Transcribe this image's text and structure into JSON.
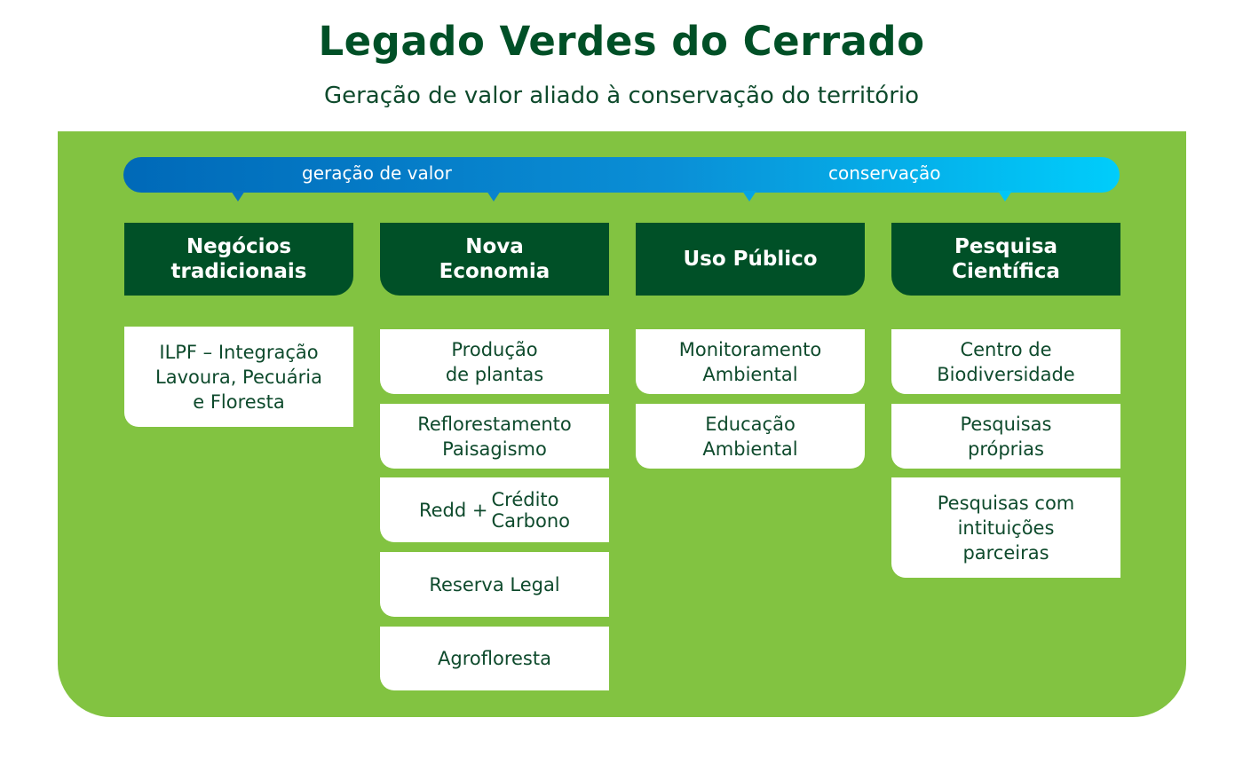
{
  "title": "Legado Verdes do Cerrado",
  "subtitle": "Geração de valor aliado à conservação do território",
  "bar": {
    "left_label": "geração de valor",
    "right_label": "conservação",
    "gradient": [
      "#0069b8",
      "#00cdfb"
    ]
  },
  "colors": {
    "panel": "#82c341",
    "header": "#005027",
    "card_text": "#0e4a2c"
  },
  "columns": [
    {
      "header": "Negócios\ntradicionais",
      "items": [
        "ILPF – Integração\nLavoura, Pecuária\ne Floresta"
      ]
    },
    {
      "header": "Nova\nEconomia",
      "items": [
        "Produção\nde plantas",
        "Reflorestamento\nPaisagismo",
        {
          "prefix": "Redd +",
          "top": "Crédito",
          "bottom": "Carbono"
        },
        "Reserva Legal",
        "Agrofloresta"
      ]
    },
    {
      "header": "Uso Público",
      "items": [
        "Monitoramento\nAmbiental",
        "Educação\nAmbiental"
      ]
    },
    {
      "header": "Pesquisa\nCientífica",
      "items": [
        "Centro de\nBiodiversidade",
        "Pesquisas\npróprias",
        "Pesquisas com\nintituições\nparceiras"
      ]
    }
  ]
}
